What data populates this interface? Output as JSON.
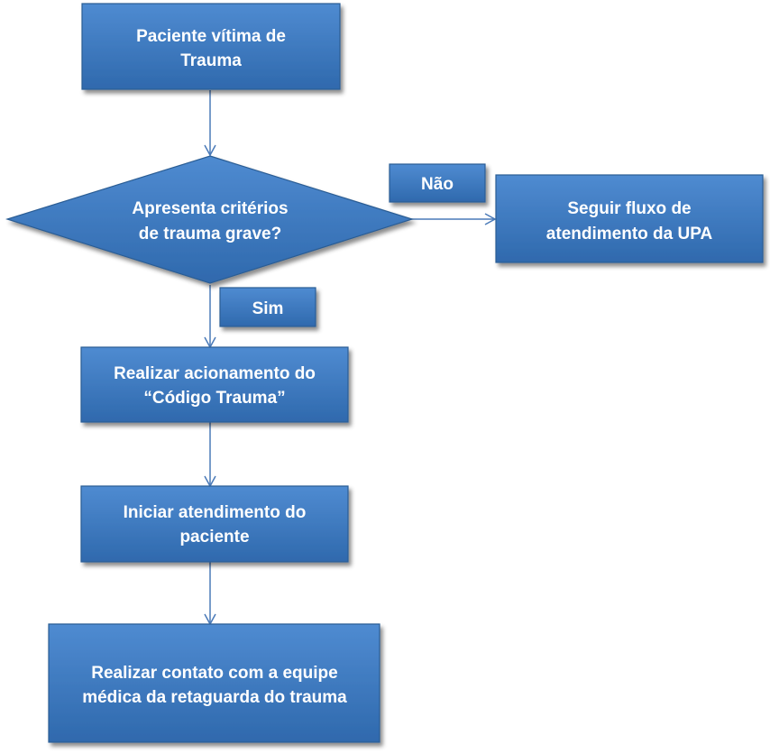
{
  "colors": {
    "box_fill_top": "#4f8bd1",
    "box_fill_bottom": "#2f69ad",
    "connector": "#4a7ab8",
    "text": "#ffffff"
  },
  "nodes": {
    "start": {
      "line1": "Paciente vítima de",
      "line2": "Trauma"
    },
    "decision": {
      "line1": "Apresenta critérios",
      "line2": "de trauma grave?"
    },
    "no_branch": {
      "line1": "Seguir fluxo de",
      "line2": "atendimento da  UPA"
    },
    "step1": {
      "line1": "Realizar acionamento do",
      "line2": "“Código Trauma”"
    },
    "step2": {
      "line1": "Iniciar atendimento do",
      "line2": "paciente"
    },
    "step3": {
      "line1": "Realizar contato com a equipe",
      "line2": "médica da  retaguarda do trauma"
    }
  },
  "labels": {
    "no": "Não",
    "yes": "Sim"
  }
}
